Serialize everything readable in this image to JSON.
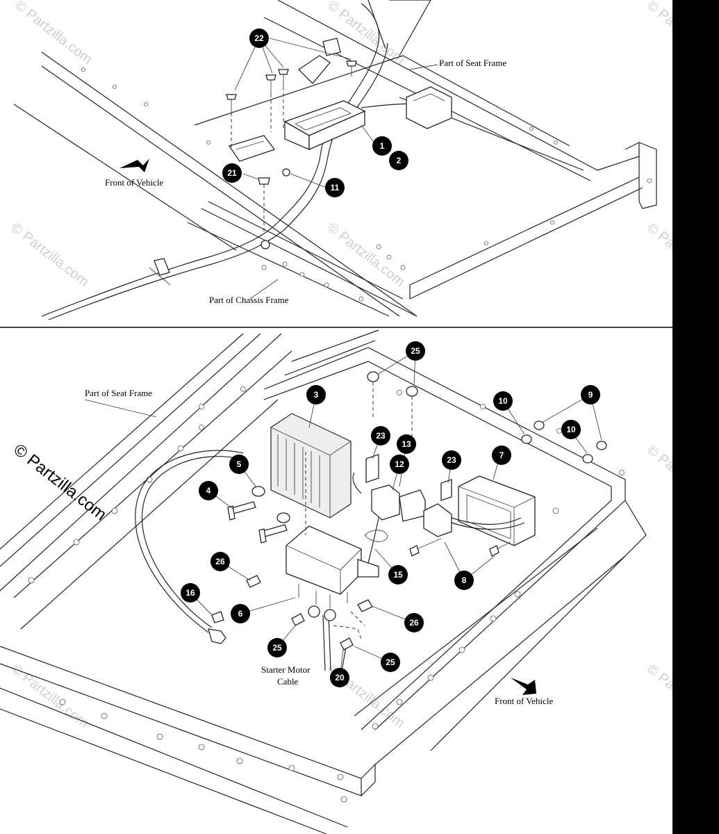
{
  "watermark": "© Partzilla.com",
  "labels": {
    "top_seat_frame": "Part of Seat Frame",
    "top_front": "Front of Vehicle",
    "top_chassis": "Part of Chassis Frame",
    "bottom_seat_frame": "Part of Seat Frame",
    "starter_line1": "Starter Motor",
    "starter_line2": "Cable",
    "bottom_front": "Front of Vehicle"
  },
  "callouts_top": [
    "22",
    "1",
    "2",
    "21",
    "11"
  ],
  "callouts_bottom": [
    "25",
    "3",
    "10",
    "9",
    "10",
    "23",
    "13",
    "23",
    "7",
    "5",
    "12",
    "4",
    "26",
    "15",
    "8",
    "16",
    "6",
    "26",
    "25",
    "25",
    "20"
  ]
}
